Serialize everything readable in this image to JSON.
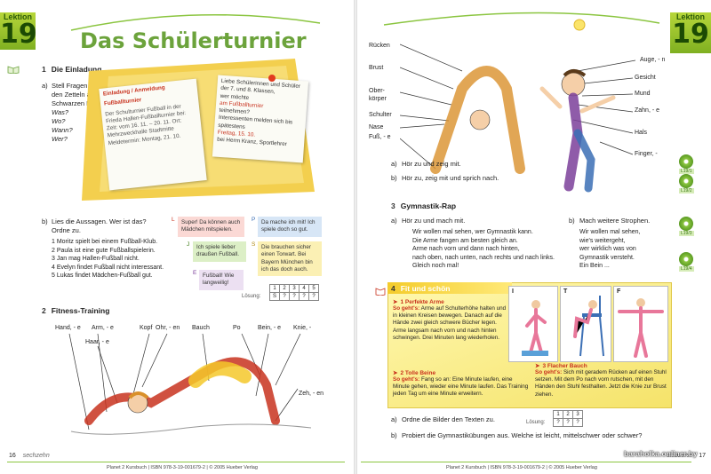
{
  "left": {
    "lektion_word": "Lektion",
    "lektion_num": "19",
    "title": "Das Schülerturnier",
    "s1": {
      "num": "1",
      "title": "Die Einladung"
    },
    "s1a": {
      "letter": "a)",
      "text": "Stell Fragen zu den Zetteln am Schwarzen Brett:",
      "questions": [
        "Was?",
        "Wo?",
        "Wann?",
        "Wer?"
      ]
    },
    "notice1": {
      "head1": "Einladung / Anmeldung",
      "head2": "Fußballturnier",
      "body": "Der Schulturnier Fußball in der Frieda Hallen-Fußballturnier bei: Zeit: vom 16. 11. – 20. 11. Ort: Mehrzweckhalle Stadtmitte Meldetermin: Montag, 21. 10."
    },
    "notice2": {
      "l1": "Liebe Schülerinnen und Schüler der 7. und 8. Klassen,",
      "l2": "wer möchte",
      "l3": "am Fußballturnier",
      "l4": "teilnehmen?",
      "l5": "Interessenten melden sich bis spätestens",
      "l6": "Freitag, 15. 10.",
      "l7": "bei Herrn Kranz, Sportlehrer"
    },
    "s1b": {
      "letter": "b)",
      "text": "Lies die Aussagen. Wer ist das? Ordne zu."
    },
    "statements": [
      "1  Moritz spielt bei einem Fußball-Klub.",
      "2  Paula ist eine gute Fußballspielerin.",
      "3  Jan mag Hallen-Fußball nicht.",
      "4  Evelyn findet Fußball nicht interessant.",
      "5  Lukas findet Mädchen-Fußball gut."
    ],
    "bubbles": {
      "L": {
        "letter": "L",
        "text": "Super! Da können auch Mädchen mitspielen."
      },
      "P": {
        "letter": "P",
        "text": "Da mache ich mit! Ich spiele doch so gut."
      },
      "J": {
        "letter": "J",
        "text": "Ich spiele lieber draußen Fußball."
      },
      "S": {
        "letter": "S",
        "text": "Die brauchen sicher einen Torwart. Bei Bayern München bin ich das doch auch."
      },
      "E": {
        "letter": "E",
        "text": "Fußball! Wie langweilig!"
      }
    },
    "solution": {
      "label": "Lösung:",
      "nums": [
        "1",
        "2",
        "3",
        "4",
        "5"
      ],
      "vals": [
        "S",
        "?",
        "?",
        "?",
        "?"
      ]
    },
    "s2": {
      "num": "2",
      "title": "Fitness-Training"
    },
    "body_labels": [
      "Hand, - e",
      "Arm, - e",
      "Haar, - e",
      "Kopf",
      "Ohr, - en",
      "Bauch",
      "Po",
      "Bein, - e",
      "Knie, -",
      "Zeh, - en"
    ],
    "page_num": "16",
    "page_word": "sechzehn",
    "footer": "Planet 2 Kursbuch | ISBN 978-3-19-001679-2 | © 2005 Hueber Verlag"
  },
  "right": {
    "lektion_word": "Lektion",
    "lektion_num": "19",
    "body_left_labels": [
      "Rücken",
      "Brust",
      "Ober-\nkörper",
      "Schulter",
      "Nase",
      "Fuß, - e"
    ],
    "body_right_labels": [
      "Auge, - n",
      "Gesicht",
      "Mund",
      "Zahn, - e",
      "Hals",
      "Finger, -"
    ],
    "cd_labels": [
      "L19/1",
      "L19/2",
      "L19/3",
      "L19/4"
    ],
    "s1a": {
      "letter": "a)",
      "text": "Hör zu und zeig mit."
    },
    "s1b": {
      "letter": "b)",
      "text": "Hör zu, zeig mit und sprich nach."
    },
    "s3": {
      "num": "3",
      "title": "Gymnastik-Rap"
    },
    "s3a": {
      "letter": "a)",
      "text": "Hör zu und mach mit."
    },
    "rap": [
      "Wir wollen mal sehen, wer Gymnastik kann.",
      "Die Arme fangen am besten gleich an.",
      "Arme nach vorn und dann nach hinten,",
      "nach oben, nach unten, nach rechts und nach links.",
      "Gleich noch mal!"
    ],
    "s3b": {
      "letter": "b)",
      "text": "Mach weitere Strophen."
    },
    "rap2": [
      "Wir wollen mal sehen,",
      "wie's weitergeht,",
      "wer wirklich was von",
      "Gymnastik versteht.",
      "Ein Bein ..."
    ],
    "s4": {
      "num": "4",
      "title": "Fit und schön"
    },
    "ex1": {
      "title": "1 Perfekte Arme",
      "so": "So geht's:",
      "text": "Arme auf Schulterhöhe halten und in kleinen Kreisen bewegen. Danach auf die Hände zwei gleich schwere Bücher legen. Arme langsam nach vorn und nach hinten schwingen. Drei Minuten lang wiederholen."
    },
    "ex2": {
      "title": "2 Tolle Beine",
      "so": "So geht's:",
      "text": "Fang so an: Eine Minute laufen, eine Minute gehen, wieder eine Minute laufen. Das Training jeden Tag um eine Minute erweitern."
    },
    "ex3": {
      "title": "3 Flacher Bauch",
      "so": "So geht's:",
      "text": "Sich mit geradem Rücken auf einen Stuhl setzen. Mit dem Po nach vorn rutschen, mit den Händen den Stuhl festhalten. Jetzt die Knie zur Brust ziehen."
    },
    "photo_labels": [
      "I",
      "T",
      "F"
    ],
    "s4a": {
      "letter": "a)",
      "text": "Ordne die Bilder den Texten zu."
    },
    "solution": {
      "label": "Lösung:",
      "nums": [
        "1",
        "2",
        "3"
      ],
      "vals": [
        "?",
        "?",
        "?"
      ]
    },
    "s4b": {
      "letter": "b)",
      "text": "Probiert die Gymnastikübungen aus. Welche ist leicht, mittelschwer oder schwer?"
    },
    "page_num": "17",
    "page_word": "siebzehn",
    "footer": "Planet 2 Kursbuch | ISBN 978-3-19-001679-2 | © 2005 Hueber Verlag",
    "watermark": "baraholka.onliner.by"
  },
  "colors": {
    "accent_green": "#6ca33c",
    "red": "#c8321e",
    "yellow": "#f5e36a"
  }
}
